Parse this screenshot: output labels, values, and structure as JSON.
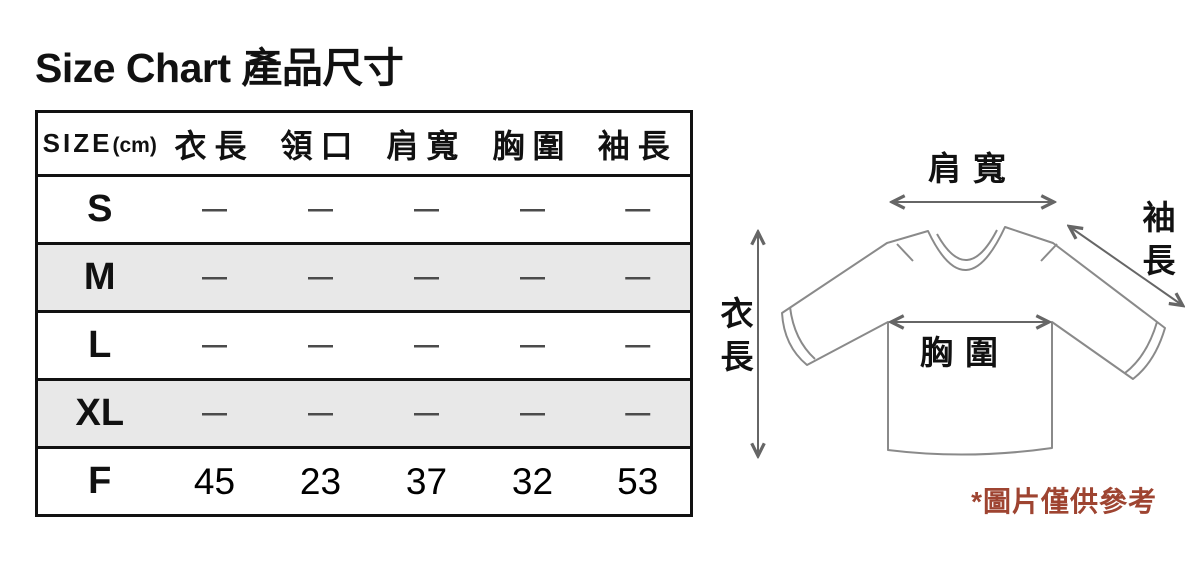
{
  "title": "Size Chart 產品尺寸",
  "table": {
    "size_header": "SIZE",
    "unit_header": "(cm)",
    "columns": [
      "衣長",
      "領口",
      "肩寬",
      "胸圍",
      "袖長"
    ],
    "rows": [
      {
        "size": "S",
        "values": [
          "—",
          "—",
          "—",
          "—",
          "—"
        ]
      },
      {
        "size": "M",
        "values": [
          "—",
          "—",
          "—",
          "—",
          "—"
        ]
      },
      {
        "size": "L",
        "values": [
          "—",
          "—",
          "—",
          "—",
          "—"
        ]
      },
      {
        "size": "XL",
        "values": [
          "—",
          "—",
          "—",
          "—",
          "—"
        ]
      },
      {
        "size": "F",
        "values": [
          "45",
          "23",
          "37",
          "32",
          "53"
        ]
      }
    ]
  },
  "diagram": {
    "shoulder_label": "肩寬",
    "sleeve_label": "袖長",
    "length_label": "衣長",
    "chest_label": "胸圍",
    "note": "*圖片僅供參考"
  },
  "colors": {
    "note_text": "#9e4431",
    "row_shade": "#e8e8e8",
    "shirt_outline": "#8a8a8a",
    "arrow": "#666666",
    "dash": "#4b4b4b",
    "table_border": "#111111"
  }
}
